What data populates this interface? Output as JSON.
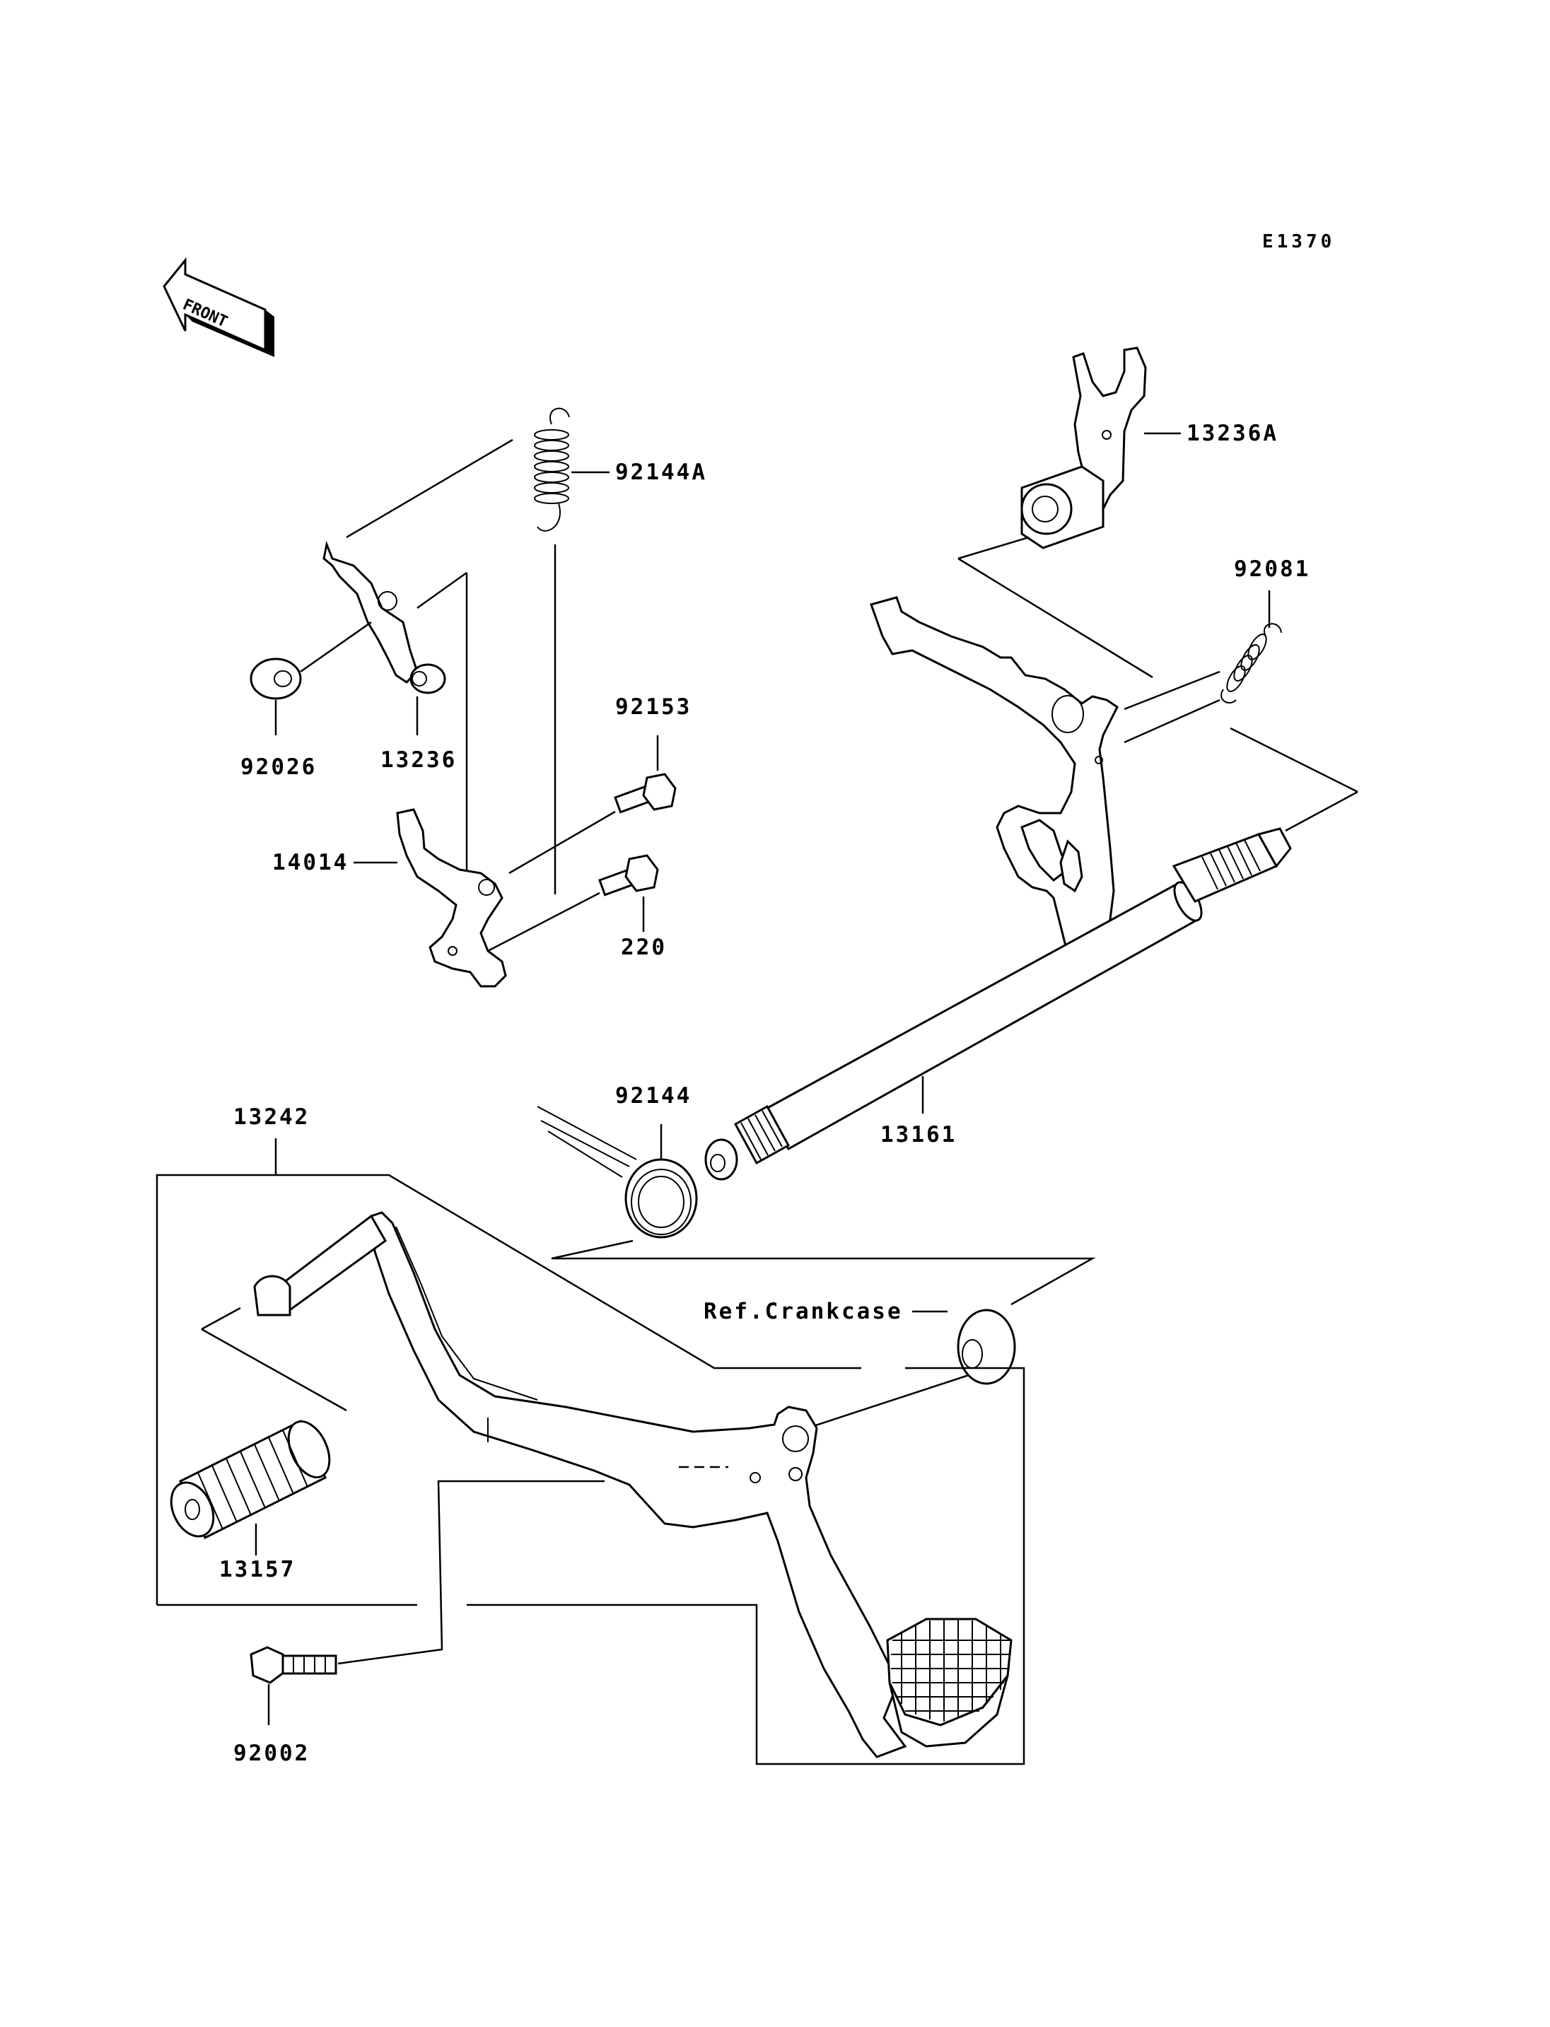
{
  "diagram_code": "E1370",
  "front_label": "FRONT",
  "labels": {
    "p92144A": "92144A",
    "p13236A": "13236A",
    "p92081": "92081",
    "p92026": "92026",
    "p13236": "13236",
    "p92153": "92153",
    "p14014": "14014",
    "p220": "220",
    "p92144": "92144",
    "p13161": "13161",
    "p13242": "13242",
    "ref_crankcase": "Ref.Crankcase",
    "p13157": "13157",
    "p92002": "92002"
  }
}
